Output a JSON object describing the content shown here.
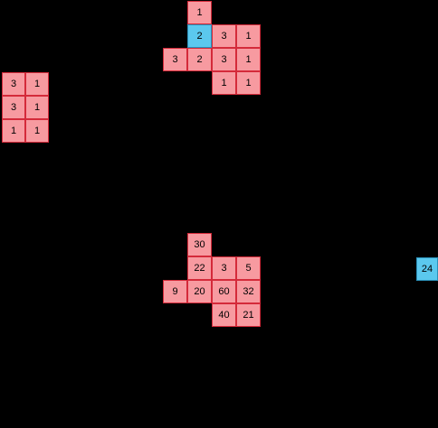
{
  "colors": {
    "pink": "#f79aa0",
    "blue": "#5bc8ee",
    "border": "#d42a3a",
    "background": "#000000"
  },
  "grids": [
    {
      "id": "grid-top-left",
      "cells": [
        {
          "r": 0,
          "c": 0,
          "v": "3"
        },
        {
          "r": 0,
          "c": 1,
          "v": "1"
        },
        {
          "r": 1,
          "c": 0,
          "v": "3"
        },
        {
          "r": 1,
          "c": 1,
          "v": "1"
        },
        {
          "r": 2,
          "c": 0,
          "v": "1"
        },
        {
          "r": 2,
          "c": 1,
          "v": "1"
        }
      ]
    },
    {
      "id": "grid-top-center",
      "cells": [
        {
          "r": 0,
          "c": 1,
          "v": "1"
        },
        {
          "r": 1,
          "c": 1,
          "v": "2",
          "color": "blue"
        },
        {
          "r": 1,
          "c": 2,
          "v": "3"
        },
        {
          "r": 1,
          "c": 3,
          "v": "1"
        },
        {
          "r": 2,
          "c": 0,
          "v": "3"
        },
        {
          "r": 2,
          "c": 1,
          "v": "2"
        },
        {
          "r": 2,
          "c": 2,
          "v": "3"
        },
        {
          "r": 2,
          "c": 3,
          "v": "1"
        },
        {
          "r": 3,
          "c": 2,
          "v": "1"
        },
        {
          "r": 3,
          "c": 3,
          "v": "1"
        }
      ]
    },
    {
      "id": "grid-bottom-center",
      "cells": [
        {
          "r": 0,
          "c": 1,
          "v": "30"
        },
        {
          "r": 1,
          "c": 1,
          "v": "22"
        },
        {
          "r": 1,
          "c": 2,
          "v": "3"
        },
        {
          "r": 1,
          "c": 3,
          "v": "5"
        },
        {
          "r": 2,
          "c": 0,
          "v": "9"
        },
        {
          "r": 2,
          "c": 1,
          "v": "20"
        },
        {
          "r": 2,
          "c": 2,
          "v": "60"
        },
        {
          "r": 2,
          "c": 3,
          "v": "32"
        },
        {
          "r": 3,
          "c": 2,
          "v": "40"
        },
        {
          "r": 3,
          "c": 3,
          "v": "21"
        }
      ]
    },
    {
      "id": "grid-right",
      "cells": [
        {
          "r": 0,
          "c": 0,
          "v": "24",
          "color": "blue"
        }
      ]
    }
  ]
}
